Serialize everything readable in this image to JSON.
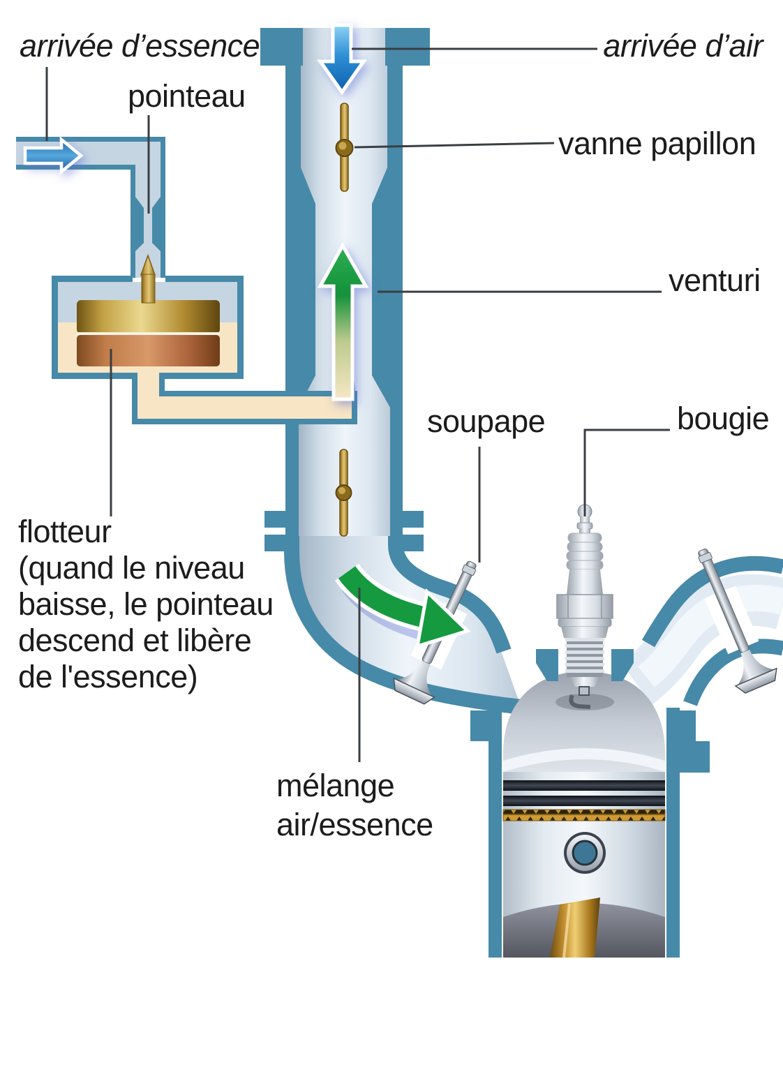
{
  "labels": {
    "fuel_inlet": "arrivée d’essence",
    "needle": "pointeau",
    "air_inlet": "arrivée d’air",
    "throttle_valve": "vanne papillon",
    "venturi": "venturi",
    "valve": "soupape",
    "spark_plug": "bougie",
    "float_note": "flotteur\n(quand le niveau\nbaisse, le pointeau\ndescend et libère\nde l'essence)",
    "mixture": "mélange\nair/essence"
  },
  "colors": {
    "teal": "#4789A8",
    "cream": "#F8E5C5",
    "boreblue": "#C6D5E2",
    "green": "#169A40",
    "leader": "#3A3E42",
    "ink": "#1C1C1C"
  }
}
